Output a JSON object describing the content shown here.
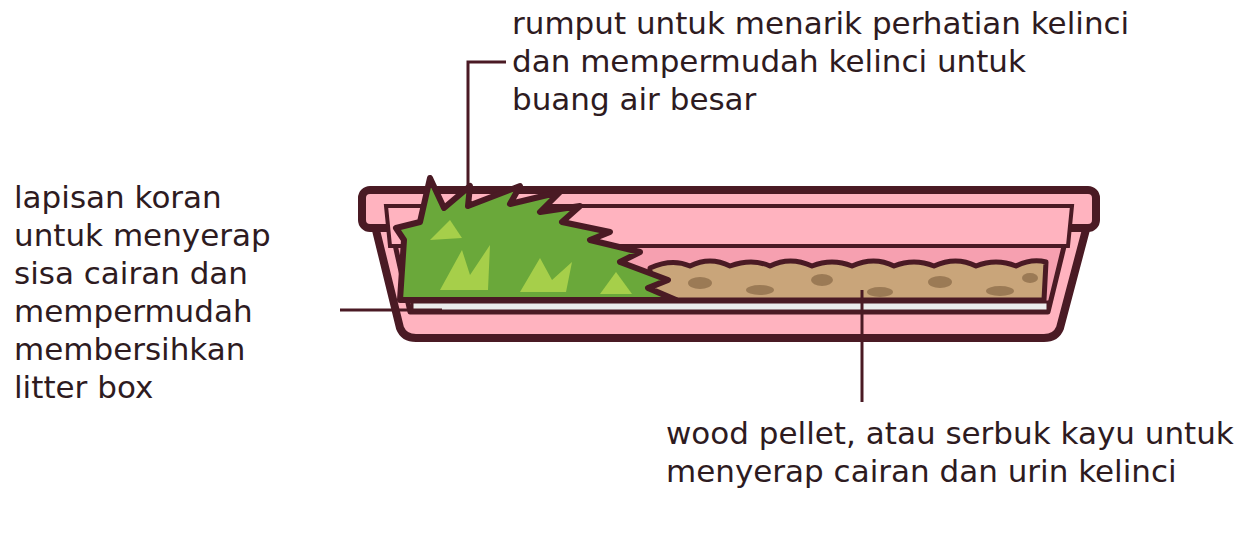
{
  "diagram": {
    "labels": [
      "rumput untuk menarik perhatian kelinci dan mempermudah kelinci untuk buang air besar",
      "lapisan koran untuk menyerap sisa cairan dan mempermudah membersihkan litter box",
      "wood pellet, atau serbuk kayu untuk menyerap cairan dan urin kelinci"
    ]
  }
}
